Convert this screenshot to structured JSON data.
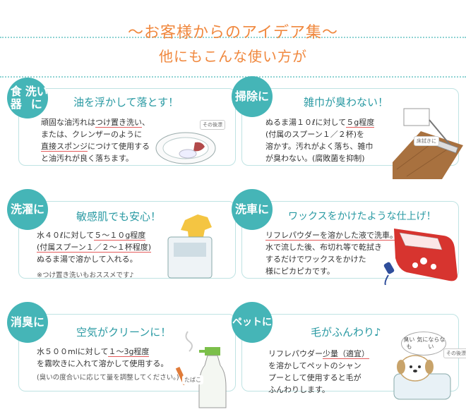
{
  "header": {
    "title": "〜お客様からのアイデア集〜",
    "subtitle": "他にもこんな使い方が"
  },
  "cards": [
    {
      "badge": "食 器\n洗いに",
      "heading": "油を浮かして落とす！",
      "lines": [
        [
          "頑固な油汚れは",
          "つけ置き洗い",
          "、"
        ],
        [
          "または、クレンザーのように"
        ],
        [
          "",
          "直接スポンジ",
          "につけて使用する"
        ],
        [
          "と油汚れが良く落ちます。"
        ]
      ],
      "tag": "その後漂"
    },
    {
      "badge": "掃除に",
      "heading": "雑巾が臭わない！",
      "lines": [
        [
          "ぬるま湯１０ℓに対して",
          "５g程度"
        ],
        [
          "(付属のスプーン１／２杯)",
          "",
          "を"
        ],
        [
          "溶かす。汚れがよく落ち、雑巾"
        ],
        [
          "が臭わない。(腐敗菌を抑制)"
        ]
      ],
      "tag": "床拭きに"
    },
    {
      "badge": "洗濯に",
      "heading": "敏感肌でも安心！",
      "lines": [
        [
          "水４０ℓに対して",
          "５〜１０g程度"
        ],
        [
          "",
          "(付属スプーン１／２〜１杯程度)"
        ],
        [
          "ぬるま湯で溶かして入れる。"
        ]
      ],
      "note": "※つけ置き洗いもおススメです♪"
    },
    {
      "badge": "洗車に",
      "heading": "ワックスをかけたような仕上げ！",
      "lines": [
        [
          "",
          "リフレパウダーを溶かした液で洗車。"
        ],
        [
          "水で流した後、布切れ等で乾拭き"
        ],
        [
          "するだけでワックスをかけた"
        ],
        [
          "様にピカピカです。"
        ]
      ]
    },
    {
      "badge": "消臭に",
      "heading": "空気がクリーンに！",
      "lines": [
        [
          "水５００mlに対して",
          "１〜3g程度"
        ],
        [
          "を霧吹きに入れて溶かして使用する。"
        ]
      ],
      "note": "(臭いの度合いに応じて量を調整してください。)",
      "tag": "たばこ"
    },
    {
      "badge": "ペットに",
      "heading": "毛がふんわり♪",
      "lines": [
        [
          "リフレパウダー",
          "少量（適宜）"
        ],
        [
          "を溶かしてペットのシャン"
        ],
        [
          "プーとして使用すると毛が"
        ],
        [
          "ふんわりします。"
        ]
      ],
      "bubble": "臭いも\n気にならない",
      "tag": "その後漂"
    }
  ],
  "colors": {
    "accent": "#f0883e",
    "teal": "#45b5b7",
    "underline": "#e45a5a"
  }
}
